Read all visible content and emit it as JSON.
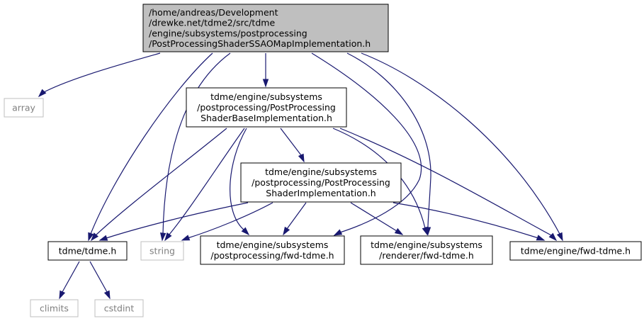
{
  "diagram": {
    "nodes": [
      {
        "id": "root",
        "kind": "root",
        "lines": [
          "/home/andreas/Development",
          "/drewke.net/tdme2/src/tdme",
          "/engine/subsystems/postprocessing",
          "/PostProcessingShaderSSAOMapImplementation.h"
        ]
      },
      {
        "id": "array",
        "kind": "system",
        "lines": [
          "array"
        ]
      },
      {
        "id": "base",
        "kind": "file",
        "lines": [
          "tdme/engine/subsystems",
          "/postprocessing/PostProcessing",
          "ShaderBaseImplementation.h"
        ]
      },
      {
        "id": "impl",
        "kind": "file",
        "lines": [
          "tdme/engine/subsystems",
          "/postprocessing/PostProcessing",
          "ShaderImplementation.h"
        ]
      },
      {
        "id": "tdme",
        "kind": "file",
        "lines": [
          "tdme/tdme.h"
        ]
      },
      {
        "id": "string",
        "kind": "system",
        "lines": [
          "string"
        ]
      },
      {
        "id": "ppfwd",
        "kind": "file",
        "lines": [
          "tdme/engine/subsystems",
          "/postprocessing/fwd-tdme.h"
        ]
      },
      {
        "id": "renfwd",
        "kind": "file",
        "lines": [
          "tdme/engine/subsystems",
          "/renderer/fwd-tdme.h"
        ]
      },
      {
        "id": "engfwd",
        "kind": "file",
        "lines": [
          "tdme/engine/fwd-tdme.h"
        ]
      },
      {
        "id": "climits",
        "kind": "system",
        "lines": [
          "climits"
        ]
      },
      {
        "id": "cstdint",
        "kind": "system",
        "lines": [
          "cstdint"
        ]
      }
    ],
    "edges": [
      {
        "from": "root",
        "to": "array"
      },
      {
        "from": "root",
        "to": "base"
      },
      {
        "from": "root",
        "to": "tdme"
      },
      {
        "from": "root",
        "to": "string"
      },
      {
        "from": "root",
        "to": "ppfwd"
      },
      {
        "from": "root",
        "to": "renfwd"
      },
      {
        "from": "root",
        "to": "engfwd"
      },
      {
        "from": "base",
        "to": "impl"
      },
      {
        "from": "base",
        "to": "tdme"
      },
      {
        "from": "base",
        "to": "string"
      },
      {
        "from": "base",
        "to": "ppfwd"
      },
      {
        "from": "base",
        "to": "renfwd"
      },
      {
        "from": "base",
        "to": "engfwd"
      },
      {
        "from": "impl",
        "to": "tdme"
      },
      {
        "from": "impl",
        "to": "string"
      },
      {
        "from": "impl",
        "to": "ppfwd"
      },
      {
        "from": "impl",
        "to": "renfwd"
      },
      {
        "from": "impl",
        "to": "engfwd"
      },
      {
        "from": "tdme",
        "to": "climits"
      },
      {
        "from": "tdme",
        "to": "cstdint"
      }
    ]
  }
}
